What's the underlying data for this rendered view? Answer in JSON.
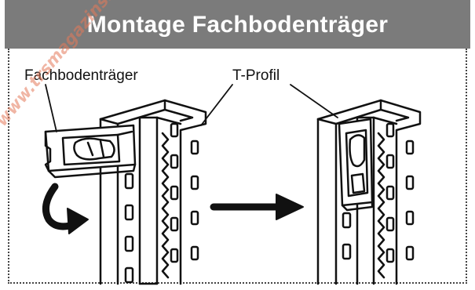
{
  "header": {
    "title": "Montage Fachbodenträger"
  },
  "labels": {
    "bracket": "Fachbodenträger",
    "profile": "T-Profil"
  },
  "watermark": {
    "text": "www.trsmagazinshelfing.de"
  },
  "icons": {
    "curved_arrow": "curved-arrow-icon",
    "step_arrow": "right-arrow-icon"
  },
  "colors": {
    "header_bg": "#7b7b7b",
    "header_text": "#ffffff",
    "line": "#111111",
    "watermark": "#e57a5a"
  }
}
